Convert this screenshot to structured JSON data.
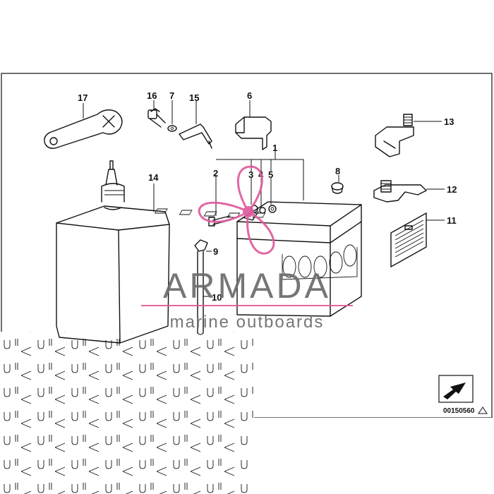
{
  "watermark": {
    "brand": "ARMADA",
    "tagline": "marine outboards",
    "accent_color": "#e05a9c",
    "text_color": "#6b6b6b"
  },
  "reference_number": "00150560",
  "callouts": {
    "c1": "1",
    "c2": "2",
    "c3": "3",
    "c4": "4",
    "c5": "5",
    "c6": "6",
    "c7": "7",
    "c8": "8",
    "c9": "9",
    "c10": "10",
    "c11": "11",
    "c12": "12",
    "c13": "13",
    "c14": "14",
    "c15": "15",
    "c16": "16",
    "c17": "17"
  },
  "icons": {
    "corner": "arrow-direction-icon",
    "ref_mark": "warning-triangle-icon"
  }
}
